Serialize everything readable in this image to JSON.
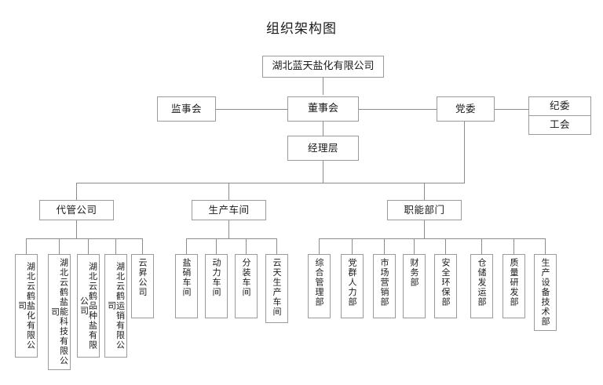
{
  "chart_title": "组织架构图",
  "root": {
    "label": "湖北蓝天盐化有限公司"
  },
  "level2": {
    "supervisory": "监事会",
    "board": "董事会",
    "party": "党委",
    "discipline": "纪委",
    "union": "工会"
  },
  "level3": {
    "management": "经理层"
  },
  "groups": {
    "managed_companies": "代管公司",
    "production_workshops": "生产车间",
    "functional_departments": "职能部门"
  },
  "managed_company_items": [
    {
      "label": "湖北云鹤盐化有限公司"
    },
    {
      "label": "湖北云鹤盐能科技有限公司"
    },
    {
      "label": "湖北云鹤品种盐有限公司"
    },
    {
      "label": "湖北云鹤运销有限公司"
    },
    {
      "label": "云昇公司"
    }
  ],
  "production_workshop_items": [
    {
      "label": "盐硝车间"
    },
    {
      "label": "动力车间"
    },
    {
      "label": "分装车间"
    },
    {
      "label": "云天生产车间"
    }
  ],
  "functional_department_items": [
    {
      "label": "综合管理部"
    },
    {
      "label": "党群人力部"
    },
    {
      "label": "市场营销部"
    },
    {
      "label": "财务部"
    },
    {
      "label": "安全环保部"
    },
    {
      "label": "仓储发运部"
    },
    {
      "label": "质量研发部"
    },
    {
      "label": "生产设备技术部"
    }
  ],
  "colors": {
    "box_border": "#9a9a9a",
    "line": "#8c8c8c",
    "text": "#1a1a1a",
    "background": "#ffffff"
  }
}
